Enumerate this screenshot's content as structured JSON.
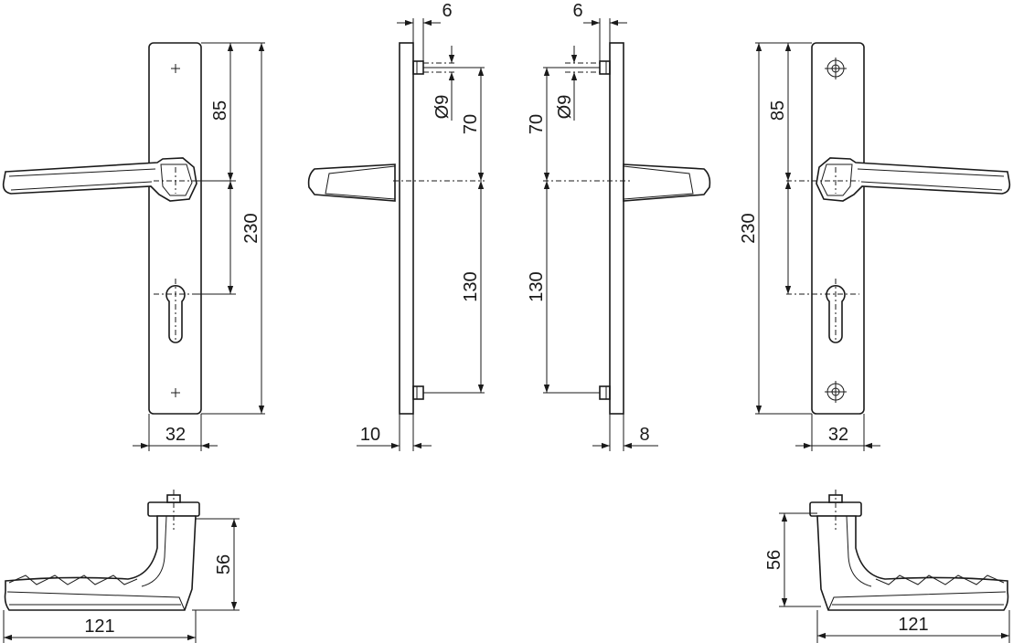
{
  "colors": {
    "line": "#1a1a1a",
    "background": "#ffffff"
  },
  "views": {
    "front_left": {
      "height": "230",
      "upper": "85",
      "width": "32"
    },
    "side_left": {
      "top": "6",
      "hole": "Ø9",
      "upper": "70",
      "lower": "130",
      "thickness": "10"
    },
    "side_right": {
      "top": "6",
      "hole": "Ø9",
      "upper": "70",
      "lower": "130",
      "thickness": "8"
    },
    "front_right": {
      "height": "230",
      "upper": "85",
      "width": "32"
    },
    "lever_left": {
      "height": "56",
      "length": "121"
    },
    "lever_right": {
      "height": "56",
      "length": "121"
    }
  }
}
